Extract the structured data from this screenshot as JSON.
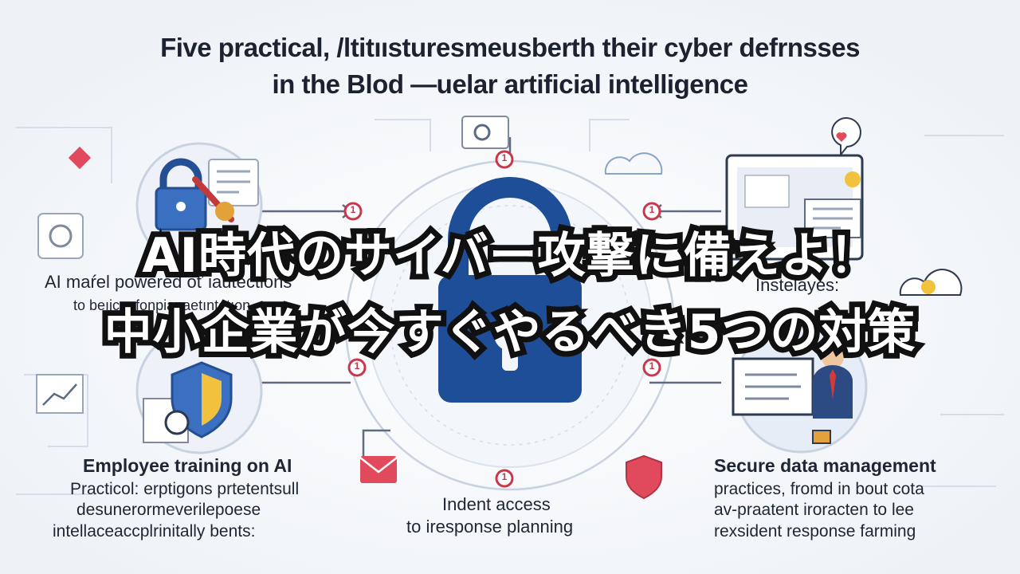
{
  "header": {
    "line1": "Five practical, /ltitıısturesmeusberth their cyber defrnsses",
    "line2": "in the Blod —uelar artificial intelligence"
  },
  "overlay": {
    "line1": "AI時代のサイバー攻撃に備えよ！",
    "line2": "中小企業が今すぐやるべき5つの対策"
  },
  "captions": {
    "left_mid": {
      "line1": "AI maŕel powered oť iautections",
      "line2": "to beıjcenfonpianaetıntetıon"
    },
    "right_mid": {
      "line1": "Instelayes:"
    },
    "bottom_left": {
      "line1": "Employee training on AI",
      "line2": "Practicol: erptigons prtetentsull",
      "line3": "desunerormeverilepoese",
      "line4": "intellaceaccplrinitally bents:"
    },
    "bottom_center": {
      "line1": "Indent access",
      "line2": "to iresponse planning"
    },
    "bottom_right": {
      "line1": "Secure data management",
      "line2": "practices, fromd in bout cota",
      "line3": "av-praatent iroracten to lee",
      "line4": "rexsident response farming"
    }
  },
  "badges": [
    "1",
    "1",
    "1",
    "1",
    "1",
    "1"
  ],
  "icons": {
    "center": "padlock-icon",
    "top_left": "lock-key-icon",
    "bottom_left": "shield-envelope-icon",
    "top_right": "laptop-chat-icon",
    "bottom_right": "presenter-icon",
    "bottom_mail": "mail-icon",
    "bottom_shield": "shield-icon",
    "cloud_left": "cloud-icon",
    "cloud_right": "cloud-icon",
    "gear": "gear-icon",
    "heart": "heart-bubble-icon"
  },
  "colors": {
    "lock": "#1f4e99",
    "accent_red": "#e04a5c",
    "line": "#7f8aa0",
    "overlay_text": "#ffffff",
    "overlay_stroke": "#111111"
  }
}
